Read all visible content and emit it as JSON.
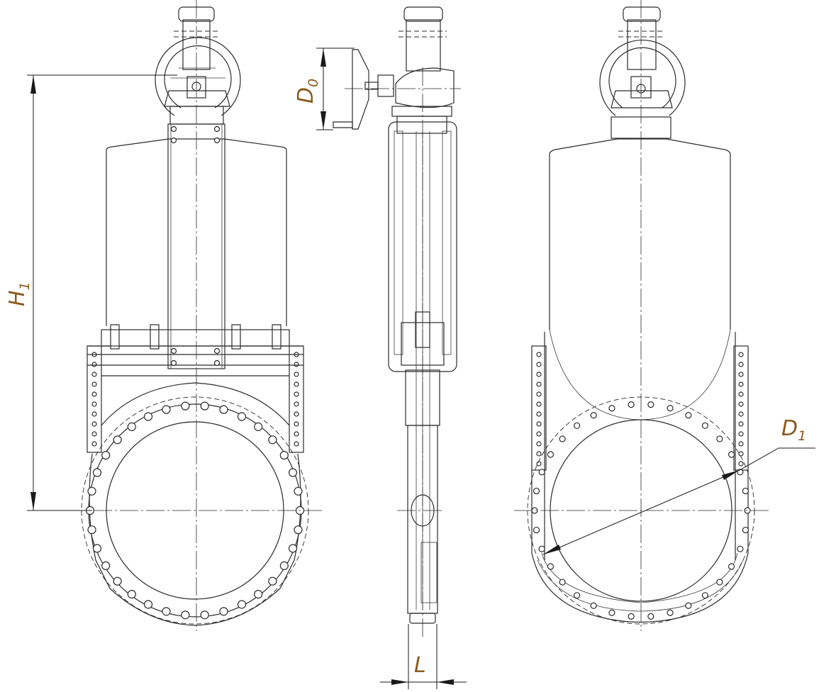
{
  "drawing": {
    "views": [
      "front-view",
      "side-view",
      "rear-view"
    ],
    "dimensions": {
      "H1": {
        "letter": "H",
        "sub": "1"
      },
      "D0": {
        "letter": "D",
        "sub": "0"
      },
      "D1": {
        "letter": "D",
        "sub": "1"
      },
      "L": {
        "letter": "L"
      }
    },
    "colors": {
      "line": "#2b2b2b",
      "label": "#8a5a1e",
      "background": "#ffffff"
    }
  }
}
